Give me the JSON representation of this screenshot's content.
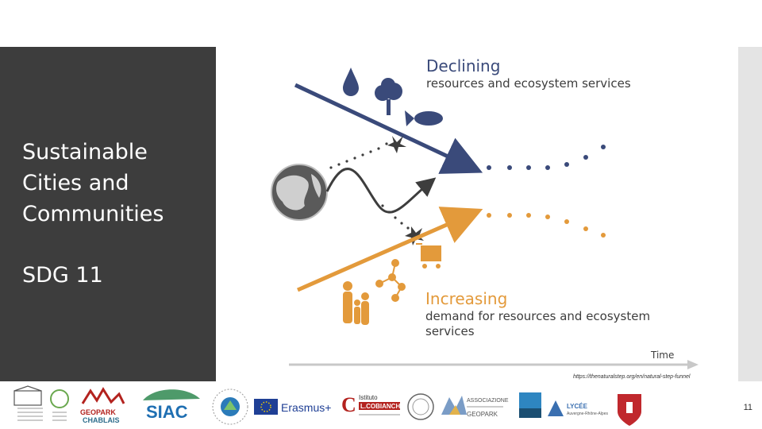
{
  "slide": {
    "title_lines": [
      "Sustainable",
      "Cities and",
      "Communities"
    ],
    "sdg_label": "SDG 11",
    "page_number": "11"
  },
  "diagram": {
    "declining_title": "Declining",
    "declining_subtitle": "resources and ecosystem services",
    "increasing_title": "Increasing",
    "increasing_subtitle_line1": "demand for resources and ecosystem",
    "increasing_subtitle_line2": "services",
    "time_label": "Time",
    "colors": {
      "declining": "#3a4a7a",
      "increasing": "#e39a3b",
      "dark": "#3d3d3d"
    }
  },
  "source_url": "https://thenaturalstep.org/en/natural-step-funnel",
  "logos": {
    "geopark_chablais_line1": "GEOPARK",
    "geopark_chablais_line2": "CHABLAIS",
    "siac": "SIAC",
    "erasmus": "Erasmus+",
    "istituto_line1": "Istituto",
    "istituto_line2": "L.COBIANCHI",
    "associazione_line1": "ASSOCIAZIONE",
    "associazione_line2": "GEOPARK",
    "lycee_line1": "LYCÉE",
    "lycee_line2": "Auvergne-Rhône-Alpes"
  }
}
